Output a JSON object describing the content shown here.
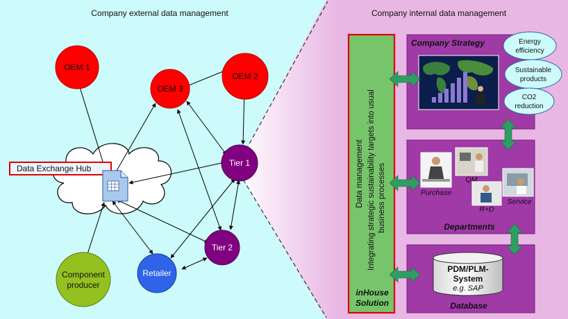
{
  "headings": {
    "external": "Company external data management",
    "internal": "Company internal data management"
  },
  "nodes": {
    "oem1": "OEM 1",
    "oem2": "OEM 2",
    "oem3": "OEM 3",
    "tier1": "Tier 1",
    "tier2": "Tier 2",
    "retailer": "Retailer",
    "component_line1": "Component",
    "component_line2": "producer"
  },
  "hub": {
    "label": "Data Exchange Hub"
  },
  "inhouse": {
    "line1": "Data management",
    "line2": "Integrating strategic sustainability targets into usual",
    "line3": "business processes",
    "title1": "inHouse",
    "title2": "Solution"
  },
  "strategy": {
    "title": "Company Strategy",
    "cloud1_line1": "Energy",
    "cloud1_line2": "efficiency",
    "cloud2_line1": "Sustainable",
    "cloud2_line2": "products",
    "cloud3_line1": "CO2",
    "cloud3_line2": "reduction"
  },
  "departments": {
    "title": "Departments",
    "purchase": "Purchase",
    "qm": "QM",
    "rd": "R+D",
    "service": "Service"
  },
  "database": {
    "title": "Database",
    "line1": "PDM/PLM-",
    "line2": "System",
    "line3": "e.g. SAP"
  },
  "colors": {
    "external_bg": "#cdfafa",
    "internal_bg": "#e9b7e4",
    "box_purple": "#9f3aa6",
    "inhouse_green": "#77c56b",
    "oem_red": "#ff0000",
    "tier_purple": "#800080",
    "retailer_blue": "#2f63e8",
    "component_green": "#94c11f",
    "arrow_green": "#2e9e62"
  }
}
